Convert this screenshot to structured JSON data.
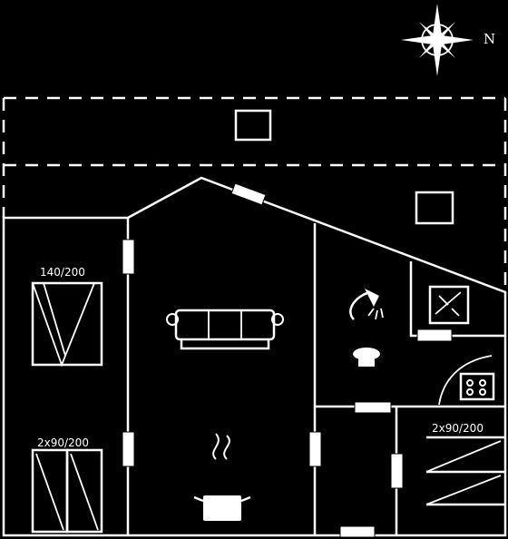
{
  "compass": {
    "north_label": "N"
  },
  "rooms": {
    "bedroom_1": {
      "bed_label": "140/200"
    },
    "bedroom_2": {
      "bed_label": "2x90/200"
    },
    "bedroom_3": {
      "bed_label": "2x90/200"
    }
  },
  "icons": {
    "sofa": "sofa-icon",
    "cooking_pot": "cooking-pot-icon",
    "shower": "shower-icon",
    "toilet": "toilet-icon",
    "stove": "stove-icon",
    "sink": "sink-icon"
  },
  "colors": {
    "background": "#000000",
    "lines": "#ffffff"
  }
}
